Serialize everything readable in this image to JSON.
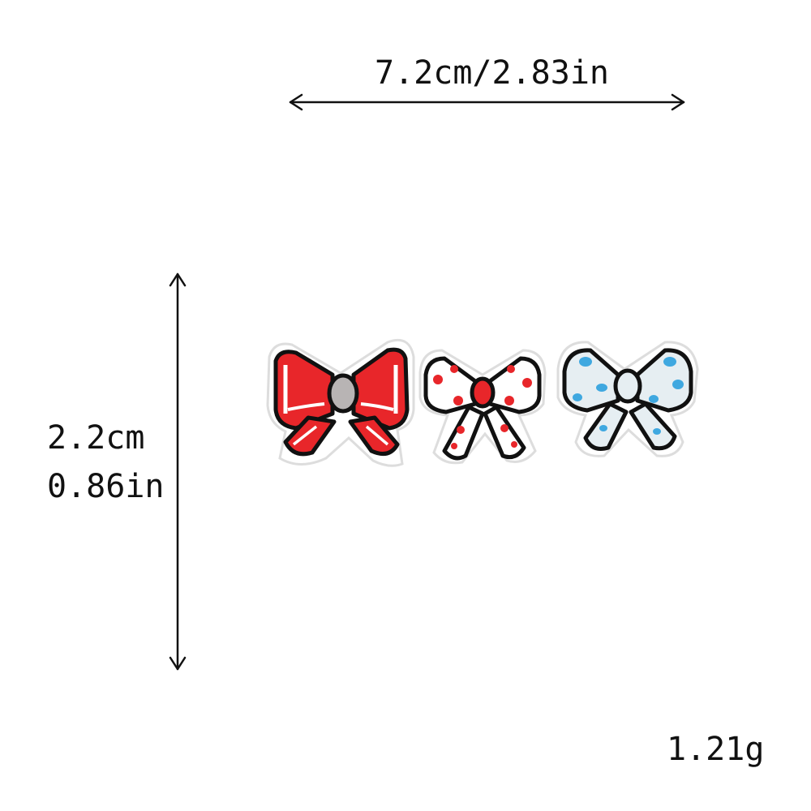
{
  "dimensions": {
    "width_label": "7.2cm/2.83in",
    "height_cm_label": "2.2cm",
    "height_in_label": "0.86in",
    "weight_label": "1.21g"
  },
  "product": {
    "patches": [
      {
        "icon": "red-striped-bow-icon",
        "main_color": "#e8262a",
        "accent_color": "#ffffff",
        "knot_color": "#b8b4b4"
      },
      {
        "icon": "white-red-dot-bow-icon",
        "main_color": "#ffffff",
        "accent_color": "#e8262a",
        "knot_color": "#e8262a"
      },
      {
        "icon": "light-blue-dot-bow-icon",
        "main_color": "#e6eef2",
        "accent_color": "#3fa8e0",
        "knot_color": "#e6eef2"
      }
    ]
  },
  "colors": {
    "text": "#111111",
    "arrow": "#111111",
    "outline": "#111111",
    "background": "#ffffff"
  }
}
